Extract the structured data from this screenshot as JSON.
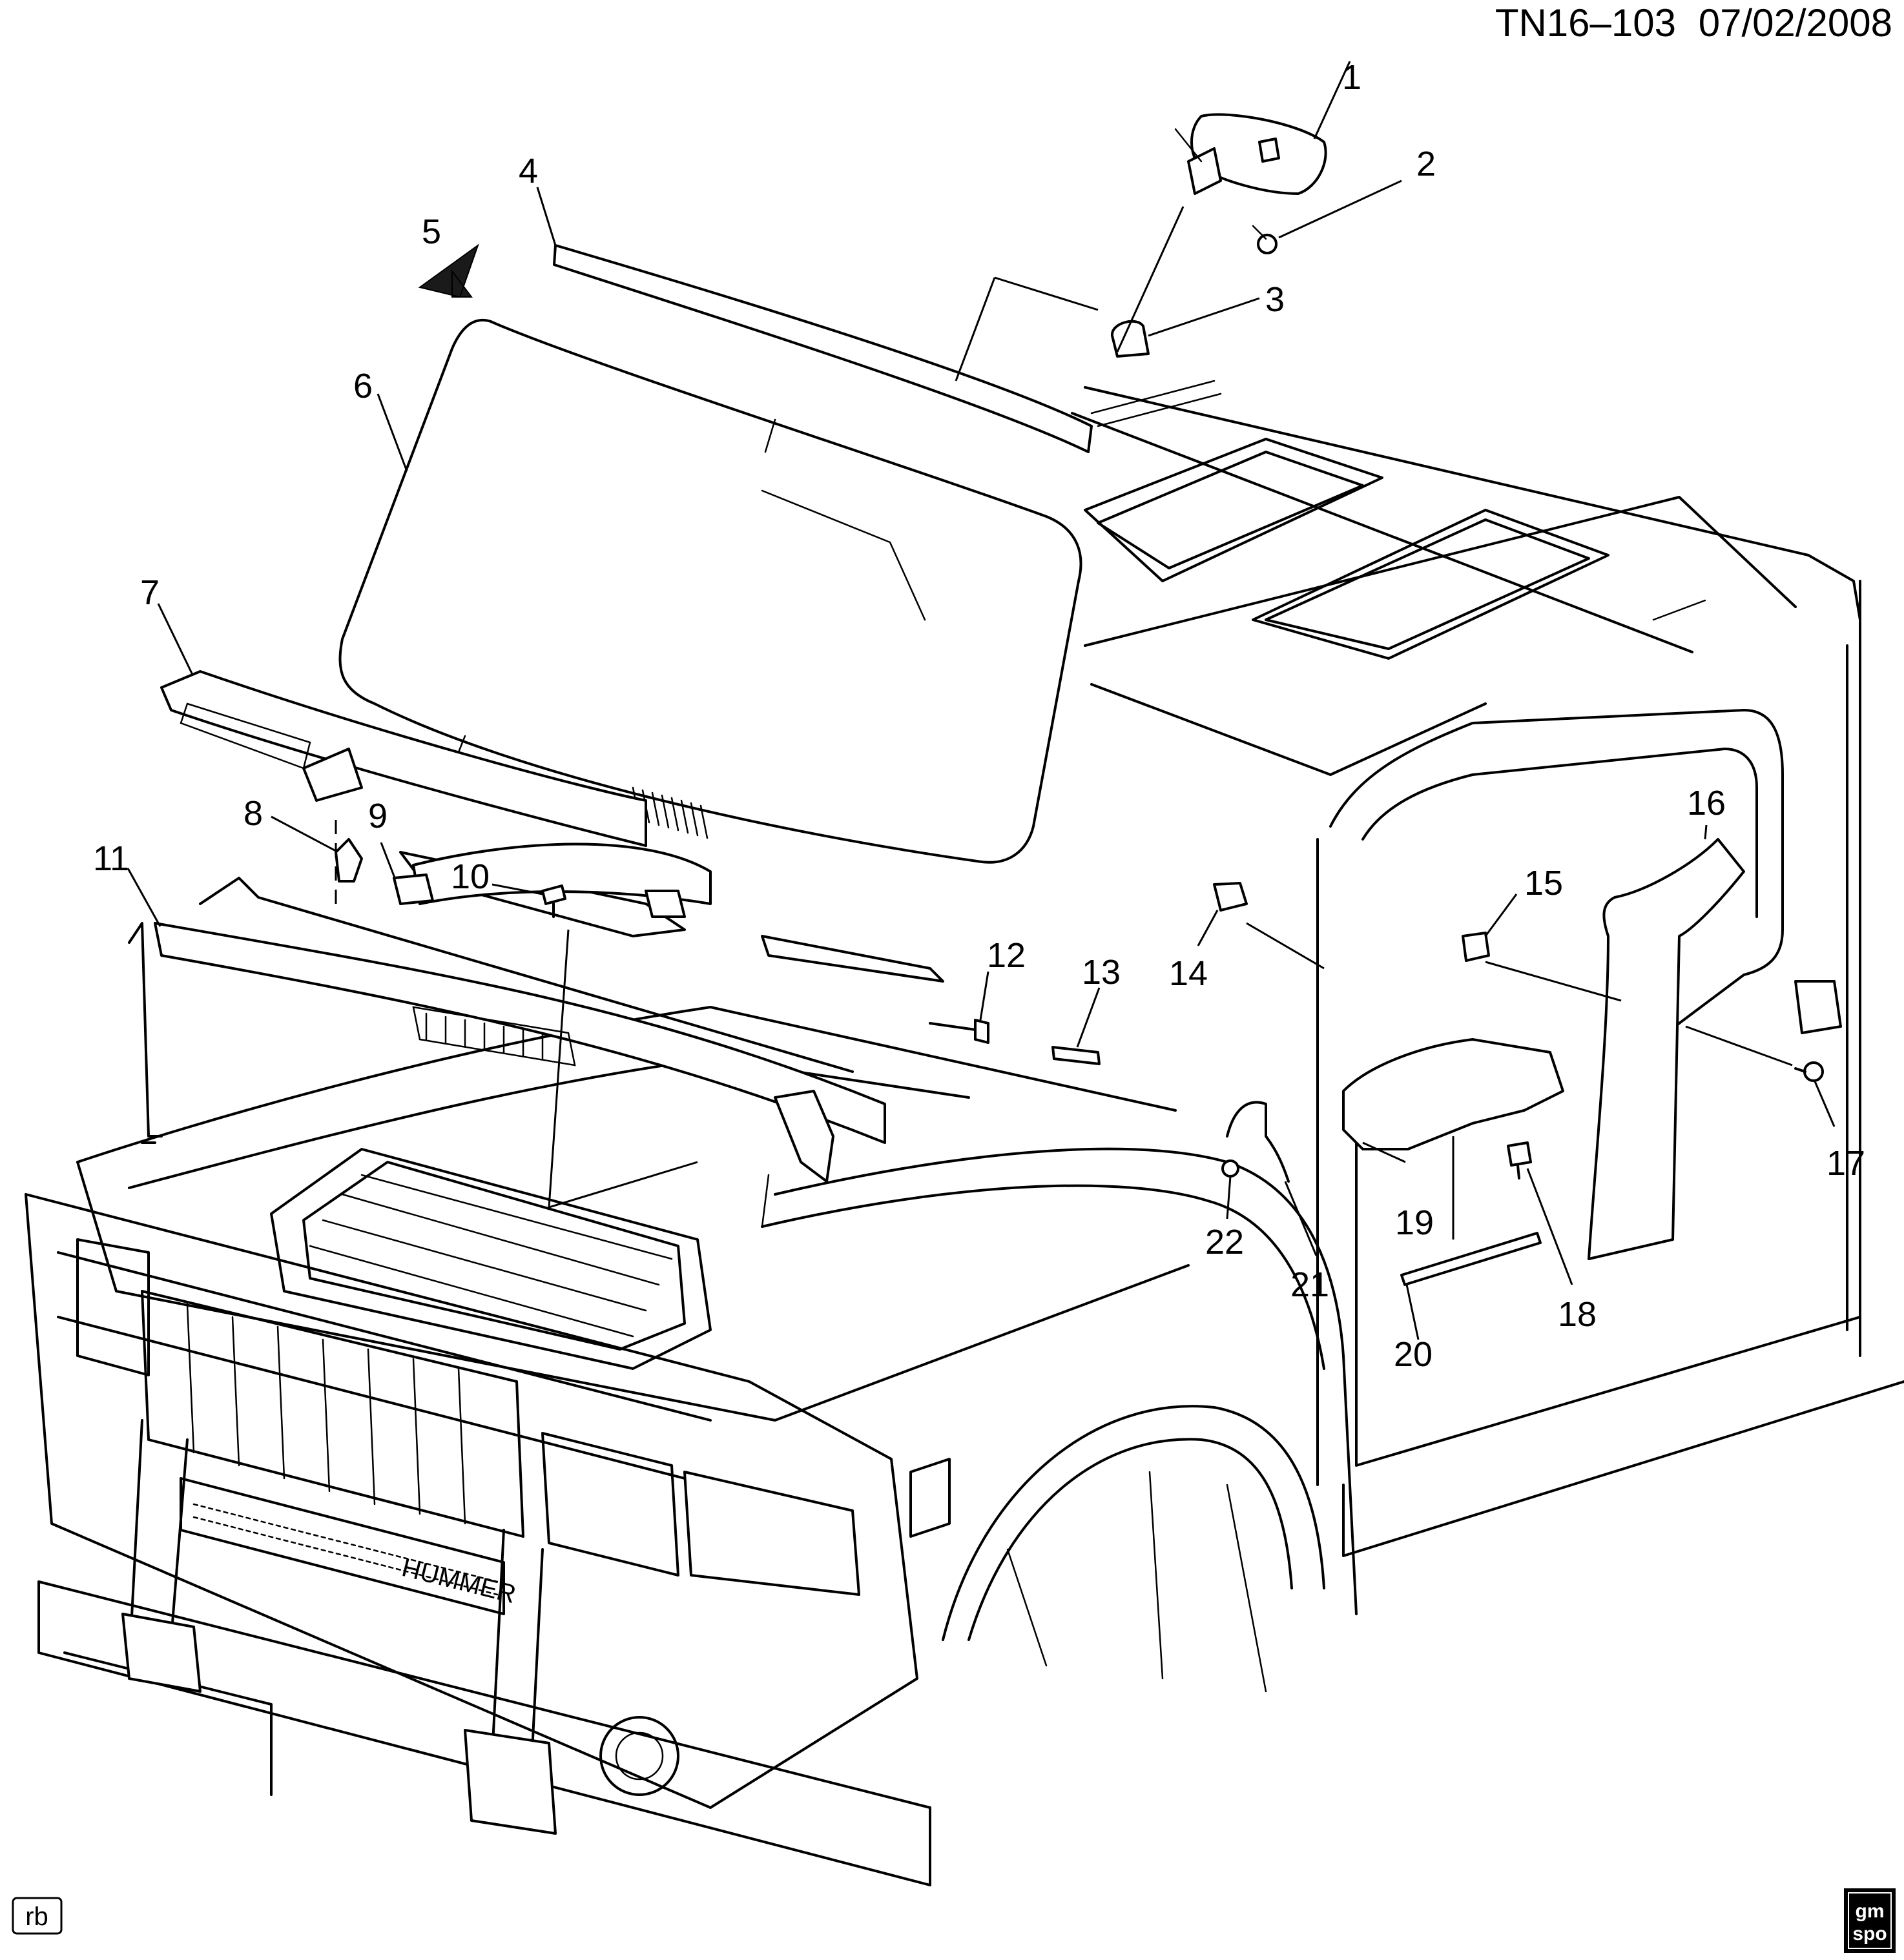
{
  "document_id": "TN16–103",
  "document_date": "07/02/2008",
  "author_initials": "rb",
  "logo": {
    "line1": "gm",
    "line2": "spo"
  },
  "callouts": [
    "1",
    "2",
    "3",
    "4",
    "5",
    "6",
    "7",
    "8",
    "9",
    "10",
    "11",
    "12",
    "13",
    "14",
    "15",
    "16",
    "17",
    "18",
    "19",
    "20",
    "21",
    "22"
  ],
  "grille_badge": "HUMMER"
}
